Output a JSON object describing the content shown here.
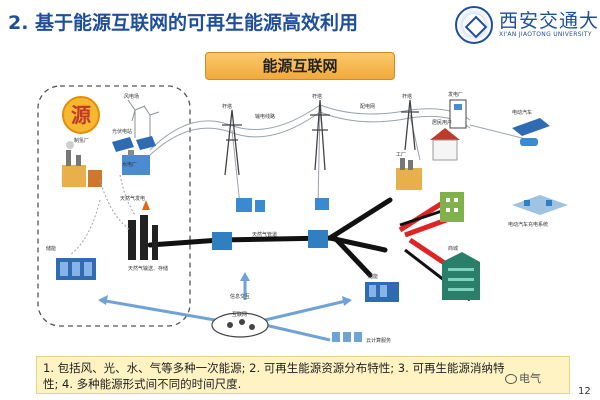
{
  "header": {
    "title": "2. 基于能源互联网的可再生能源高效利用",
    "logo_text_cn": "西安交通大學",
    "logo_text_en": "XI'AN JIAOTONG UNIVERSITY"
  },
  "banner": {
    "label": "能源互联网"
  },
  "source_badge": {
    "label": "源"
  },
  "labels": {
    "wind": "风电场",
    "solar": "光伏电站",
    "hydro": "水电厂",
    "gas_power": "天然气发电",
    "biomass": "制氢厂",
    "storage_left": "储能",
    "gas_storage": "天然气输送、存储",
    "transmission": "输电线路",
    "gas_pipeline": "天然气管道",
    "distribution": "配电网",
    "factory": "工厂",
    "residential": "居民用户",
    "commercial": "商城",
    "ev_charging": "电动汽车充电系统",
    "storage_right": "储能",
    "info_exchange": "信息交互",
    "internet": "互联网",
    "cloud": "云计算服务",
    "tower": "杆塔",
    "plant": "发电厂",
    "ev": "电动汽车"
  },
  "footnote": {
    "line1": "1. 包括风、光、水、气等多种一次能源; 2. 可再生能源资源分布特性; 3. 可再生能源消纳特",
    "line2": "性; 4. 多种能源形式间不同的时间尺度."
  },
  "page_number": "12",
  "watermark": "电气"
}
